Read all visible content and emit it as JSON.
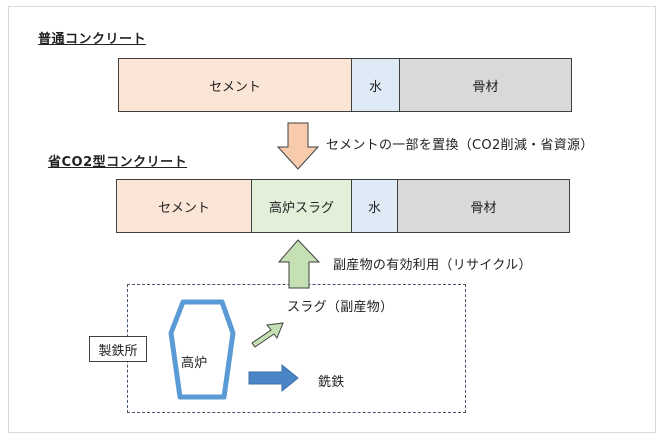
{
  "normal_concrete": {
    "title": "普通コンクリート",
    "segments": [
      {
        "label": "セメント",
        "color": "#fbe5d6"
      },
      {
        "label": "水",
        "color": "#deebf7"
      },
      {
        "label": "骨材",
        "color": "#d9d9d9"
      }
    ]
  },
  "replacement_note": "セメントの一部を置換（CO2削減・省資源）",
  "low_co2_concrete": {
    "title": "省CO2型コンクリート",
    "segments": [
      {
        "label": "セメント",
        "color": "#fbe5d6"
      },
      {
        "label": "高炉スラグ",
        "color": "#e2f0d9"
      },
      {
        "label": "水",
        "color": "#deebf7"
      },
      {
        "label": "骨材",
        "color": "#d9d9d9"
      }
    ]
  },
  "byproduct_note": "副産物の有効利用（リサイクル）",
  "steelworks": {
    "label": "製鉄所",
    "furnace_label": "高炉",
    "slag_label": "スラグ（副産物）",
    "pig_iron_label": "銑鉄"
  },
  "colors": {
    "down_arrow": "#f8cbad",
    "up_arrow": "#c5e0b4",
    "furnace_outline": "#5b9bd5",
    "iron_arrow": "#4a86c5",
    "dashed_border": "#44546a"
  }
}
